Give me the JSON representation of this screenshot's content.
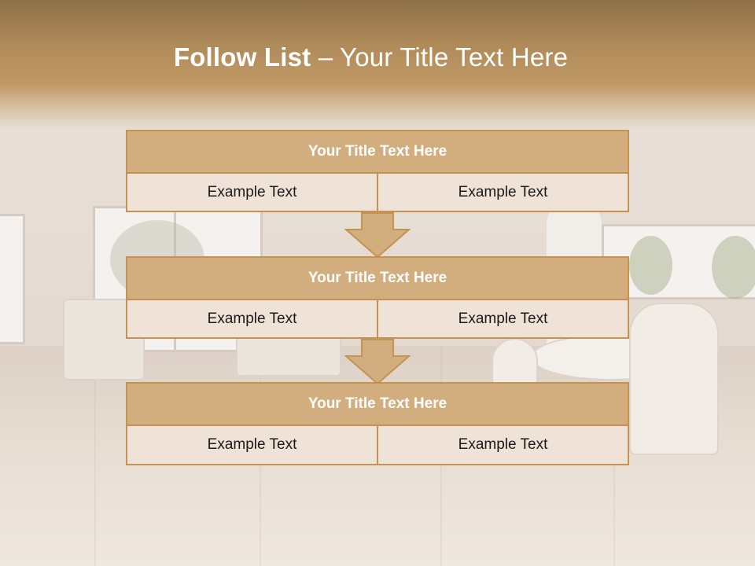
{
  "slide": {
    "title_bold": "Follow List",
    "title_rest": " – Your Title Text Here"
  },
  "blocks": [
    {
      "title": "Your Title Text Here",
      "left": "Example Text",
      "right": "Example Text"
    },
    {
      "title": "Your Title Text Here",
      "left": "Example Text",
      "right": "Example Text"
    },
    {
      "title": "Your Title Text Here",
      "left": "Example Text",
      "right": "Example Text"
    }
  ],
  "colors": {
    "header_band": "#b08b5a",
    "block_head": "#d2ad7e",
    "block_border": "#c49353",
    "block_cell": "#efe2d7",
    "title_text": "#ffffff"
  },
  "icons": [
    "down-arrow-icon",
    "down-arrow-icon"
  ]
}
